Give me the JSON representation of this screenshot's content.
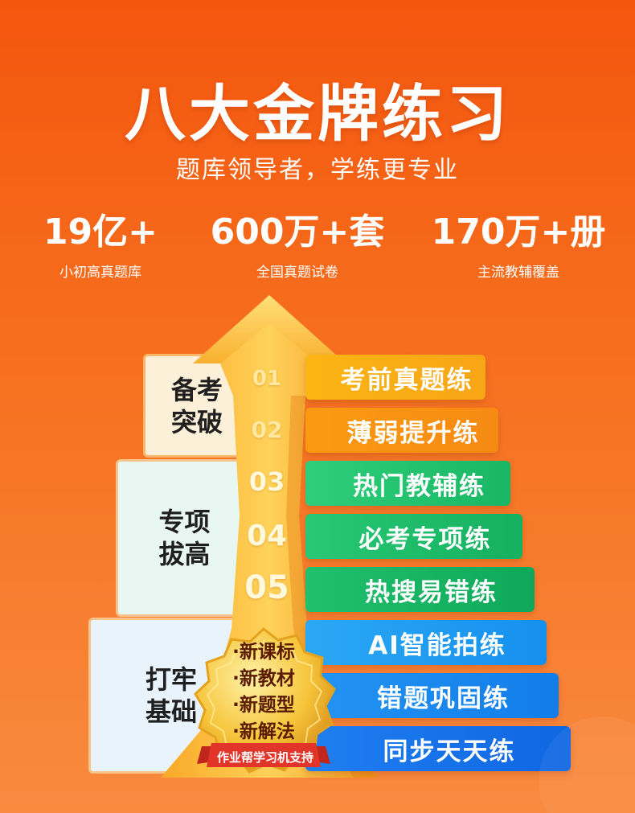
{
  "header": {
    "title": "八大金牌练习",
    "subtitle": "题库领导者，学练更专业"
  },
  "stats": [
    {
      "value": "19亿+",
      "label": "小初高真题库"
    },
    {
      "value": "600万+套",
      "label": "全国真题试卷"
    },
    {
      "value": "170万+册",
      "label": "主流教辅覆盖"
    }
  ],
  "groups": [
    {
      "line1": "备考",
      "line2": "突破"
    },
    {
      "line1": "专项",
      "line2": "拔高"
    },
    {
      "line1": "打牢",
      "line2": "基础"
    }
  ],
  "steps": [
    "01",
    "02",
    "03",
    "04",
    "05"
  ],
  "practices": [
    "考前真题练",
    "薄弱提升练",
    "热门教辅练",
    "必考专项练",
    "热搜易错练",
    "AI智能拍练",
    "错题巩固练",
    "同步天天练"
  ],
  "badge": {
    "lines": [
      "·新课标",
      "·新教材",
      "·新题型",
      "·新解法"
    ],
    "ribbon": "作业帮学习机支持"
  },
  "colors": {
    "background": "#f4560e",
    "gold": "#fbb514",
    "green": "#1db766",
    "blue": "#1590ee"
  }
}
